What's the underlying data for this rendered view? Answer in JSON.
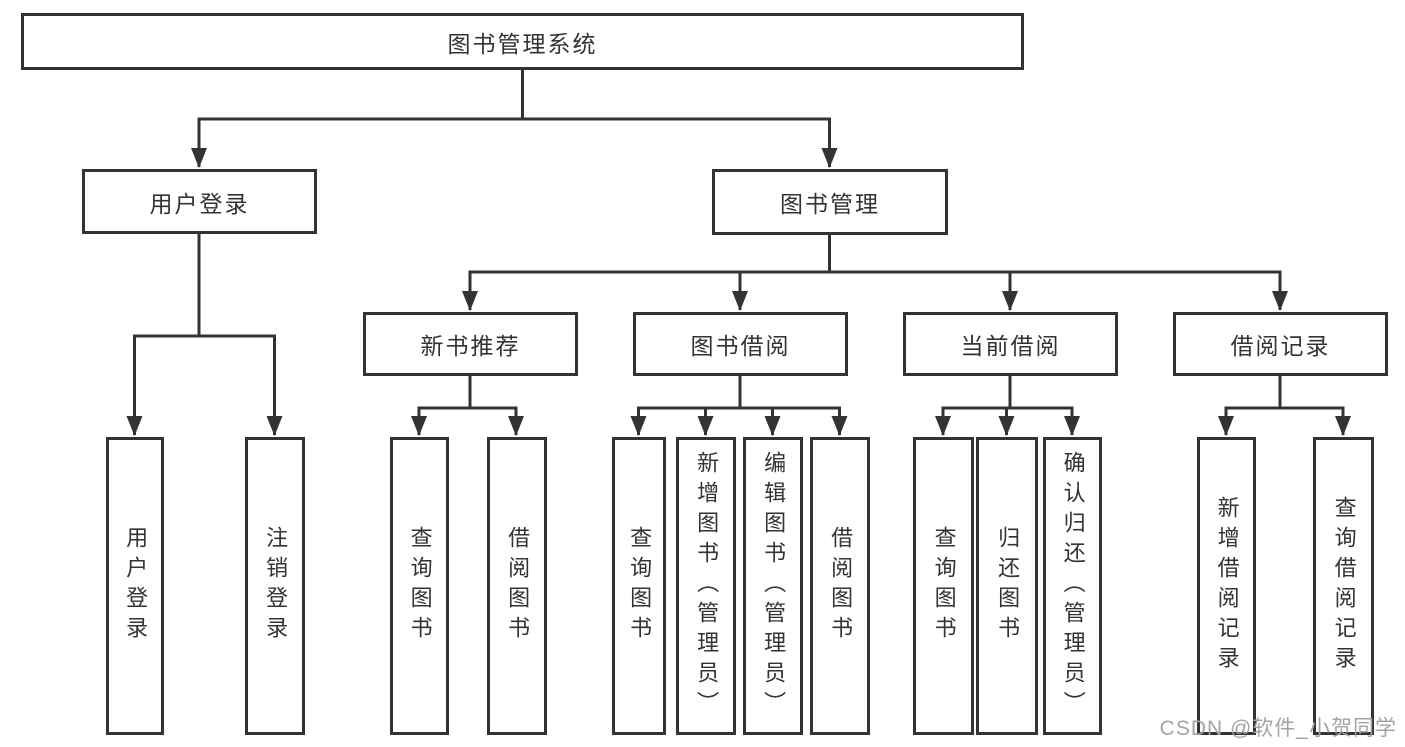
{
  "diagram": {
    "root": {
      "label": "图书管理系统",
      "children": [
        {
          "label": "用户登录",
          "children": [
            {
              "label": "用户登录"
            },
            {
              "label": "注销登录"
            }
          ]
        },
        {
          "label": "图书管理",
          "children": [
            {
              "label": "新书推荐",
              "children": [
                {
                  "label": "查询图书"
                },
                {
                  "label": "借阅图书"
                }
              ]
            },
            {
              "label": "图书借阅",
              "children": [
                {
                  "label": "查询图书"
                },
                {
                  "label": "新增图书（管理员）"
                },
                {
                  "label": "编辑图书（管理员）"
                },
                {
                  "label": "借阅图书"
                }
              ]
            },
            {
              "label": "当前借阅",
              "children": [
                {
                  "label": "查询图书"
                },
                {
                  "label": "归还图书"
                },
                {
                  "label": "确认归还（管理员）"
                }
              ]
            },
            {
              "label": "借阅记录",
              "children": [
                {
                  "label": "新增借阅记录"
                },
                {
                  "label": "查询借阅记录"
                }
              ]
            }
          ]
        }
      ]
    },
    "colors": {
      "line": "#333333",
      "text": "#333333",
      "watermark": "#a3a3a3"
    },
    "watermark": "CSDN @软件_小贺同学"
  }
}
